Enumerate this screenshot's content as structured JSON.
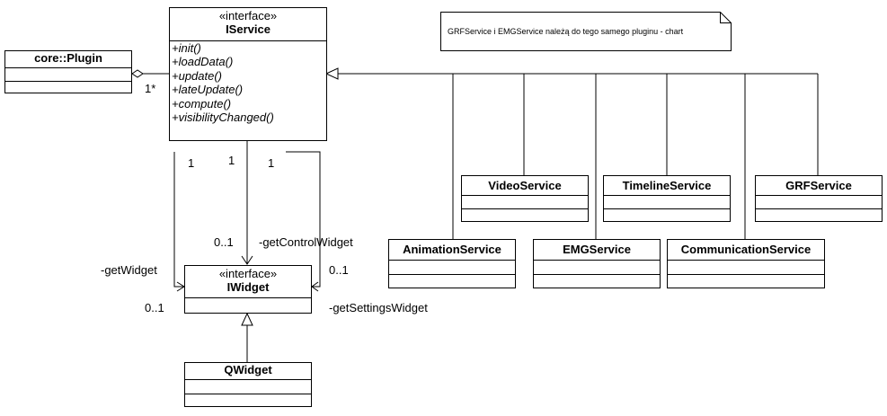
{
  "note": "GRFService i EMGService należą do tego samego pluginu - chart",
  "iservice": {
    "stereotype": "«interface»",
    "name": "IService",
    "operations": [
      "+init()",
      "+loadData()",
      "+update()",
      "+lateUpdate()",
      "+compute()",
      "+visibilityChanged()"
    ]
  },
  "iwidget": {
    "stereotype": "«interface»",
    "name": "IWidget"
  },
  "plugin": {
    "name": "core::Plugin"
  },
  "qwidget": {
    "name": "QWidget"
  },
  "services": {
    "video": "VideoService",
    "timeline": "TimelineService",
    "grf": "GRFService",
    "animation": "AnimationService",
    "emg": "EMGService",
    "communication": "CommunicationService"
  },
  "labels": {
    "plugin_mult": "1*",
    "left_mult_top": "1",
    "mid_mult_top": "1",
    "right_mult_top": "1",
    "mid_mult_bottom": "0..1",
    "get_control_widget": "-getControlWidget",
    "get_widget": "-getWidget",
    "left_mult_bottom": "0..1",
    "right_mult_bottom": "0..1",
    "get_settings_widget": "-getSettingsWidget"
  },
  "colors": {
    "line": "#000000",
    "background": "#ffffff"
  }
}
